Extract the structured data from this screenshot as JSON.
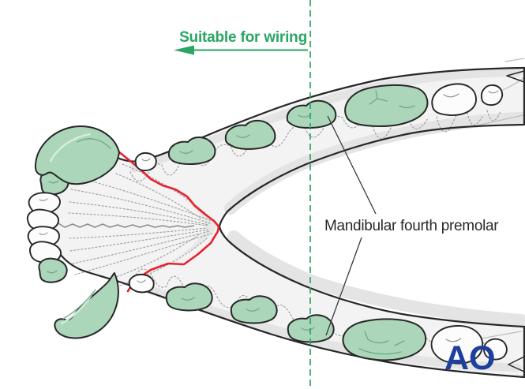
{
  "labels": {
    "wiring": "Suitable for wiring",
    "premolar": "Mandibular fourth premolar",
    "logo": "AO"
  },
  "colors": {
    "green": "#2ba563",
    "tooth-green": "#abd6ba",
    "tooth-green-dark": "#6fa88a",
    "highlight-green": "#d8ecdf",
    "tooth-white": "#fcfcfc",
    "fracture-red": "#e8212e",
    "logo-blue": "#1e3f9d",
    "label-ink": "#2b2728",
    "bone-fill": "#f3f3f3",
    "bone-shade": "#e4e4e4",
    "outline-ink": "#272727",
    "dotted-gray": "#9c9c9c",
    "midline-gray": "#8c8c8c"
  }
}
